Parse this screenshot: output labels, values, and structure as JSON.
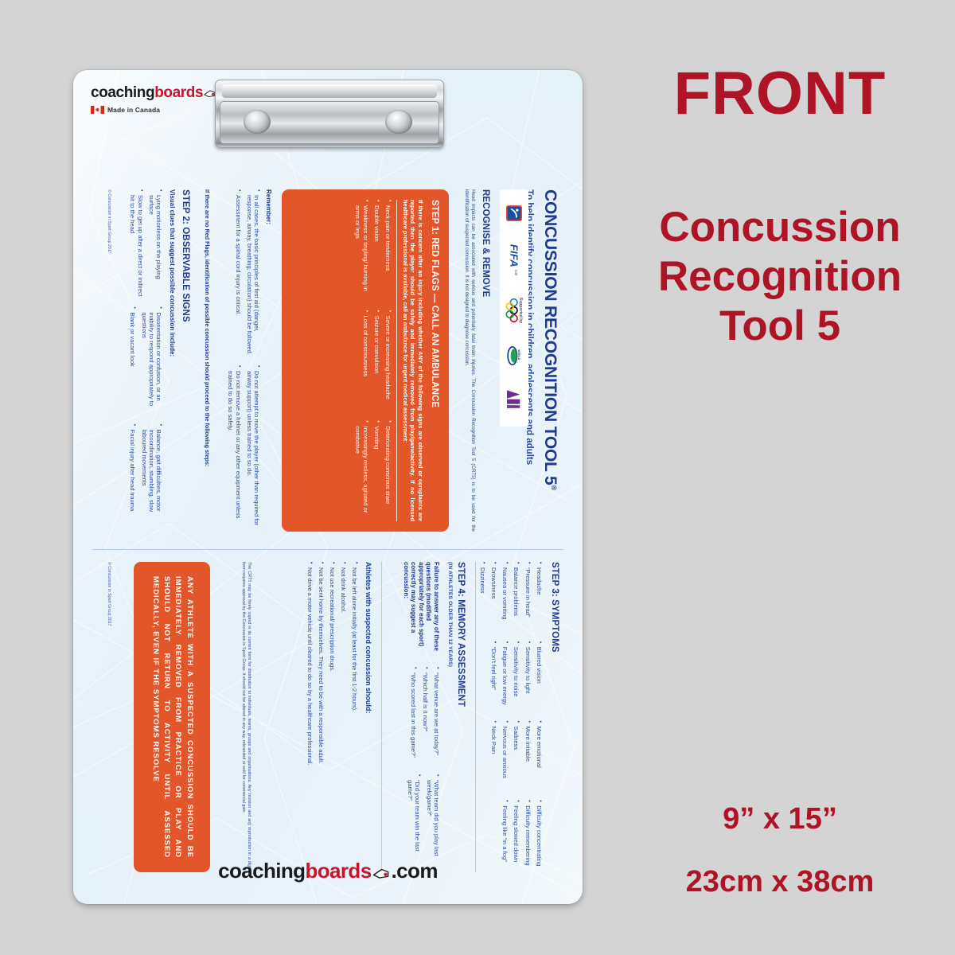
{
  "right_panel": {
    "front_label": "FRONT",
    "product_title_lines": [
      "Concussion",
      "Recognition",
      "Tool 5"
    ],
    "size_inches": "9” x 15”",
    "size_cm": "23cm x 38cm",
    "accent_color": "#AE1326"
  },
  "brand": {
    "word_black": "coaching",
    "word_red": "boards",
    "word_com": ".com",
    "made_in_canada": "Made in Canada"
  },
  "document": {
    "title": "CONCUSSION RECOGNITION TOOL 5",
    "title_mark": "®",
    "subtitle": "To help identify concussion in children, adolescents and adults",
    "supported_by": "Supported by",
    "logos": [
      "iihf-logo",
      "fifa-logo",
      "olympic-rings-logo",
      "world-rugby-logo",
      "fei-logo"
    ],
    "recognise_remove": "RECOGNISE & REMOVE",
    "intro": "Head impacts can be associated with serious and potentially fatal brain injuries. The Concussion Recognition Tool 5 (CRT5) is to be used for the identification of suspected concussion. It is not designed to diagnose concussion.",
    "step1": {
      "heading": "STEP 1: RED FLAGS — CALL AN AMBULANCE",
      "lead": "If there is concern after an injury including whether ANY of the following signs are observed or complaints are reported then the player should be safely and immediately removed from play/game/activity. If no licensed healthcare professional is available, call an ambulance for urgent medical assessment:",
      "col1": [
        "Neck pain or tenderness",
        "Double vision",
        "Weakness or tingling/ burning in arms or legs"
      ],
      "col2": [
        "Severe or increasing headache",
        "Seizure or convulsion",
        "Loss of consciousness"
      ],
      "col3": [
        "Deteriorating conscious state",
        "Vomiting",
        "Increasingly restless, agitated or combative"
      ]
    },
    "remember": {
      "label": "Remember:",
      "col1": [
        "In all cases, the basic principles of first aid (danger, response, airway, breathing, circulation) should be followed.",
        "Assessment for a spinal cord injury is critical."
      ],
      "col2": [
        "Do not attempt to move the player (other than required for airway support) unless trained to so do.",
        "Do not remove a helmet or any other equipment unless trained to do so safely."
      ]
    },
    "no_red_flags_note": "If there are no Red Flags, identification of possible concussion should proceed to the following steps:",
    "step2": {
      "heading": "STEP 2: OBSERVABLE SIGNS",
      "lead": "Visual clues that suggest possible concussion include:",
      "col1": [
        "Lying motionless on the playing surface",
        "Slow to get up after a direct or indirect hit to the head"
      ],
      "col2": [
        "Disorientation or confusion, or an inability to respond appropriately to questions",
        "Blank or vacant look"
      ],
      "col3": [
        "Balance, gait difficulties, motor incoordination, stumbling, slow laboured movements",
        "Facial injury after head trauma"
      ]
    },
    "step3": {
      "heading": "STEP 3: SYMPTOMS",
      "col1": [
        "Headache",
        "“Pressure in head”",
        "Balance problems",
        "Nausea or vomiting",
        "Drowsiness",
        "Dizziness"
      ],
      "col2": [
        "Blurred vision",
        "Sensitivity to light",
        "Sensitivity to noise",
        "Fatigue or low energy",
        "“Don’t feel right”"
      ],
      "col3": [
        "More emotional",
        "More irritable",
        "Sadness",
        "Nervous or anxious",
        "Neck Pain"
      ],
      "col4": [
        "Difficulty concentrating",
        "Difficulty remembering",
        "Feeling slowed down",
        "Feeling like “in a fog”"
      ]
    },
    "step4": {
      "heading": "STEP 4: MEMORY ASSESSMENT",
      "note": "(IN ATHLETES OLDER THAN 12 YEARS)",
      "lead": "Failure to answer any of these questions (modified appropriately for each sport) correctly may suggest a concussion:",
      "col1": [
        "“What venue are we at today?”",
        "“Which half is it now?”",
        "“Who scored last in this game?”"
      ],
      "col2": [
        "“What team did you play last week/game?”",
        "“Did your team win the last game?”"
      ]
    },
    "athletes": {
      "heading": "Athletes with suspected concussion should:",
      "items": [
        "Not be left alone initially (at least for the first 1-2 hours).",
        "Not drink alcohol.",
        "Not use recreational/ prescription drugs.",
        "Not be sent home by themselves. They need to be with a responsible adult.",
        "Not drive a motor vehicle until cleared to do so by a healthcare professional."
      ]
    },
    "warning_box": "ANY ATHLETE WITH A SUSPECTED CONCUSSION SHOULD BE IMMEDIATELY REMOVED FROM PRACTICE OR PLAY AND SHOULD NOT RETURN TO ACTIVITY UNTIL ASSESSED MEDICALLY, EVEN IF THE SYMPTOMS RESOLVE",
    "license": "The CRT5 may be freely copied in its current form for distribution to individuals, teams, groups and organisations. Any revision and any reproduction in a digital form requires approval by the Concussion in Sport Group. It should not be altered in any way, rebranded or sold for commercial gain.",
    "copyright_left": "© Concussion in Sport Group 2017",
    "copyright_right": "© Concussion in Sport Group 2017"
  }
}
